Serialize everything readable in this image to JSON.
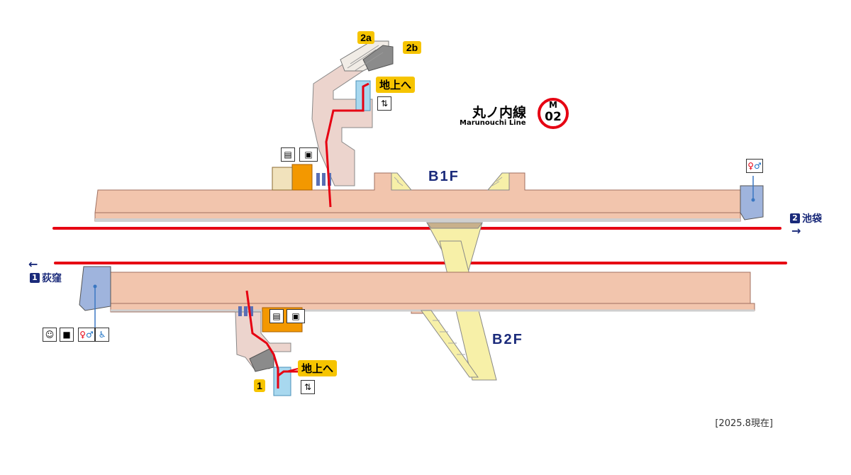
{
  "line": {
    "name_jp": "丸ノ内線",
    "name_en": "Marunouchi Line",
    "badge_letter": "M",
    "badge_number": "02",
    "color": "#e60012"
  },
  "floors": {
    "b1": "B1F",
    "b2": "B2F"
  },
  "directions": {
    "east": {
      "num": "2",
      "label": "池袋",
      "arrow": "→"
    },
    "west": {
      "num": "1",
      "label": "荻窪",
      "arrow": "←"
    }
  },
  "exits": {
    "e2a": "2a",
    "e2b": "2b",
    "e1": "1"
  },
  "to_ground": "地上へ",
  "updated": "[2025.8現在]",
  "colors": {
    "platform": "#f2c5ad",
    "platform_edge": "#c9c9c9",
    "concourse": "#ecd4cd",
    "stair": "#f7f0a8",
    "elevator": "#a8d8ef",
    "toilet_block": "#9fb4dd",
    "orange_block": "#f39800",
    "accent_yellow": "#f6c400",
    "text_blue": "#1a2a7a"
  },
  "icons": [
    "ticket-machine-icon",
    "fare-adjust-icon",
    "station-office-icon",
    "elevator-icon",
    "toilet-icon",
    "baby-icon",
    "accessible-icon"
  ]
}
